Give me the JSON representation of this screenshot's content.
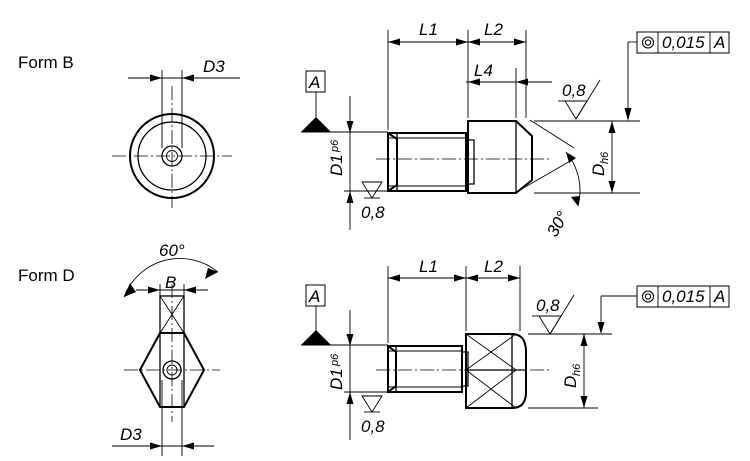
{
  "forms": {
    "b": {
      "label": "Form B"
    },
    "d": {
      "label": "Form D"
    }
  },
  "dimensions": {
    "l1": "L1",
    "l2": "L2",
    "l4": "L4",
    "d3": "D3",
    "d1": "D1",
    "d1_tol": "p6",
    "d": "D",
    "d_tol": "h6",
    "b": "B",
    "angle_60": "60°",
    "angle_30": "30°"
  },
  "surface_finish": {
    "value": "0,8"
  },
  "datum": {
    "letter": "A"
  },
  "tolerance_frame": {
    "symbol": "concentricity-icon",
    "value": "0,015",
    "datum": "A"
  }
}
